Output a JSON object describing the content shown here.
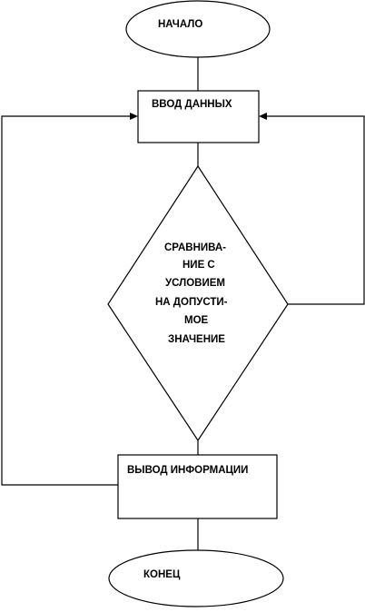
{
  "diagram": {
    "start": {
      "label": "НАЧАЛО"
    },
    "input": {
      "label": "ВВОД ДАННЫХ"
    },
    "decision": {
      "lines": [
        "СРАВНИВА-",
        "НИЕ С",
        "УСЛОВИЕМ",
        "НА ДОПУСТИ-",
        "МОЕ",
        "ЗНАЧЕНИЕ"
      ]
    },
    "output": {
      "label": "ВЫВОД ИНФОРМАЦИИ"
    },
    "end": {
      "label": "КОНЕЦ"
    }
  }
}
